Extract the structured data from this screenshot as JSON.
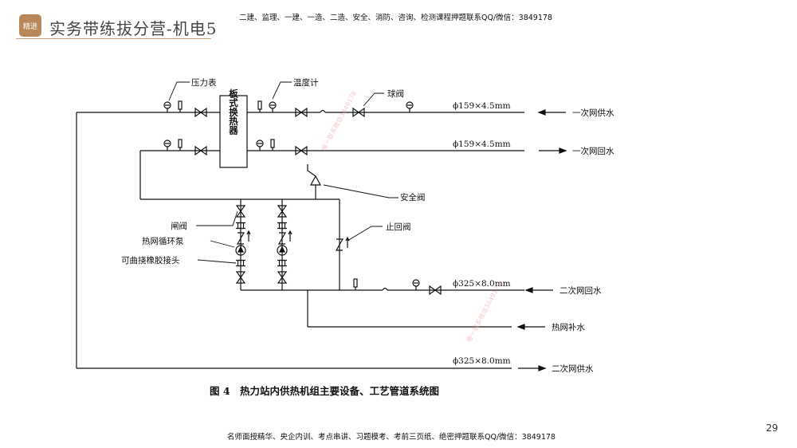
{
  "header": {
    "logo_text": "精进",
    "brand_title": "实务带练拔分营-机电5",
    "top_banner": "二建、监理、一建、一造、二造、安全、消防、咨询、检测课程押题联系QQ/微信：3849178"
  },
  "footer": {
    "bottom_banner": "名师面授精华、央企内训、考点串讲、习题模考、考前三页纸、绝密押题联系QQ/微信：3849178",
    "page_number": "29"
  },
  "diagram": {
    "caption": "图 4　热力站内供热机组主要设备、工艺管道系统图",
    "exchanger_label": "板式换热器",
    "labels": {
      "pressure_gauge": "压力表",
      "thermometer": "温度计",
      "ball_valve": "球阀",
      "safety_valve": "安全阀",
      "gate_valve": "闸阀",
      "check_valve": "止回阀",
      "circ_pump": "热网循环泵",
      "flex_joint": "可曲挠橡胶接头"
    },
    "pipes": {
      "primary_supply_spec": "ϕ159×4.5mm",
      "primary_return_spec": "ϕ159×4.5mm",
      "secondary_return_spec": "ϕ325×8.0mm",
      "secondary_supply_spec": "ϕ325×8.0mm"
    },
    "flows": {
      "primary_supply": "一次网供水",
      "primary_return": "一次网回水",
      "secondary_return": "二次网回水",
      "makeup": "热网补水",
      "secondary_supply": "二次网供水"
    },
    "watermark": "唯一联系微信3849178"
  }
}
